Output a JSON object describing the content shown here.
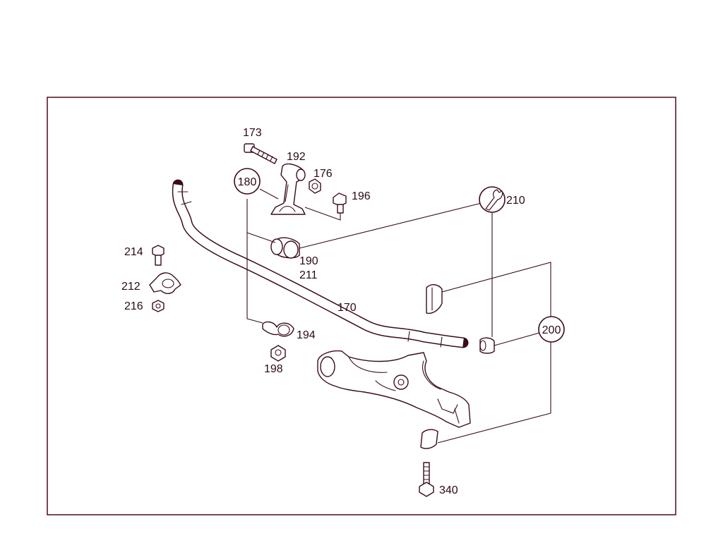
{
  "labels": {
    "p173": "173",
    "p192": "192",
    "p176": "176",
    "p196": "196",
    "p180": "180",
    "p210": "210",
    "p214": "214",
    "p212": "212",
    "p216": "216",
    "p190": "190",
    "p211": "211",
    "p170": "170",
    "p194": "194",
    "p198": "198",
    "p200": "200",
    "p340": "340"
  },
  "icons": {
    "wrench": "wrench-icon"
  },
  "colors": {
    "frame": "#5a1a24",
    "ink": "#3a0c18"
  }
}
